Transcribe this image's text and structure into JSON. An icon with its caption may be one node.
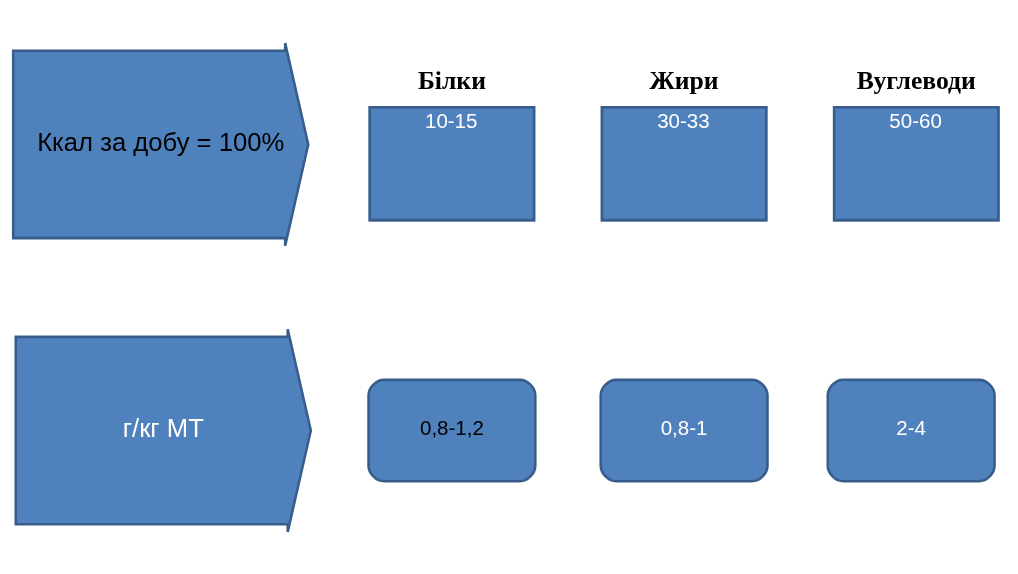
{
  "diagram": {
    "nodes": [
      {
        "text": [
          "Ккал за добу = 100%"
        ]
      },
      {
        "text": [
          "Білки",
          "10-15"
        ]
      },
      {
        "text": [
          "Жири",
          "30-33"
        ]
      },
      {
        "text": [
          "Вуглеводи",
          "50-60"
        ]
      },
      {
        "text": [
          "г/кг МТ"
        ]
      },
      {
        "text": [
          "0,8-1,2"
        ]
      },
      {
        "text": [
          "0,8-1"
        ]
      },
      {
        "text": [
          "2-4"
        ]
      }
    ]
  }
}
